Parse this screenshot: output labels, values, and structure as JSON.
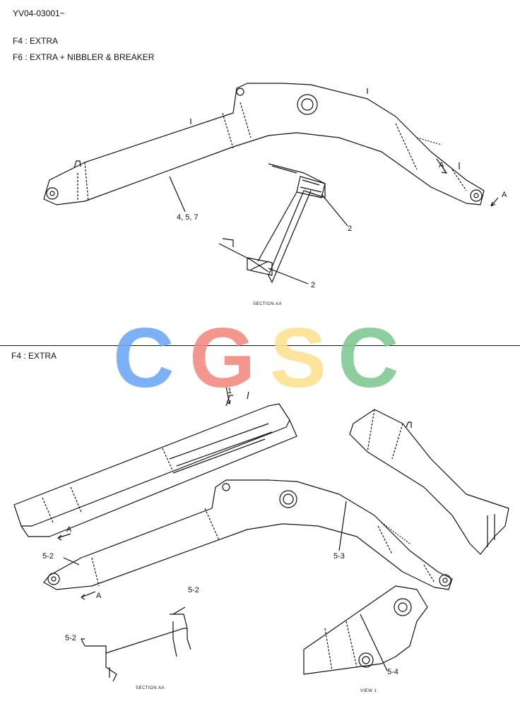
{
  "header": {
    "doc_code": "YV04-03001~",
    "line_f4": "F4 : EXTRA",
    "line_f6": "F6 : EXTRA + NIBBLER & BREAKER"
  },
  "top": {
    "callout_arm": "4, 5, 7",
    "callout_plate_upper": "2",
    "callout_plate_lower": "2",
    "section_label": "SECTION AA",
    "arrow_label_1": "A",
    "arrow_label_2": "A"
  },
  "bottom": {
    "title": "F4 : EXTRA",
    "callout_left": "5-2",
    "callout_mid": "5-3",
    "callout_section_top": "5-2",
    "callout_section_left": "5-2",
    "callout_view": "5-4",
    "section_label": "SECTION AA",
    "view_label": "VIEW 1",
    "arrow_label_1": "A",
    "arrow_label_2": "A",
    "arrow_label_3": "1"
  },
  "watermark": {
    "letters": [
      "C",
      "G",
      "S",
      "C"
    ],
    "colors": [
      "#6ea8f7",
      "#f28b82",
      "#fde293",
      "#81c995"
    ]
  }
}
